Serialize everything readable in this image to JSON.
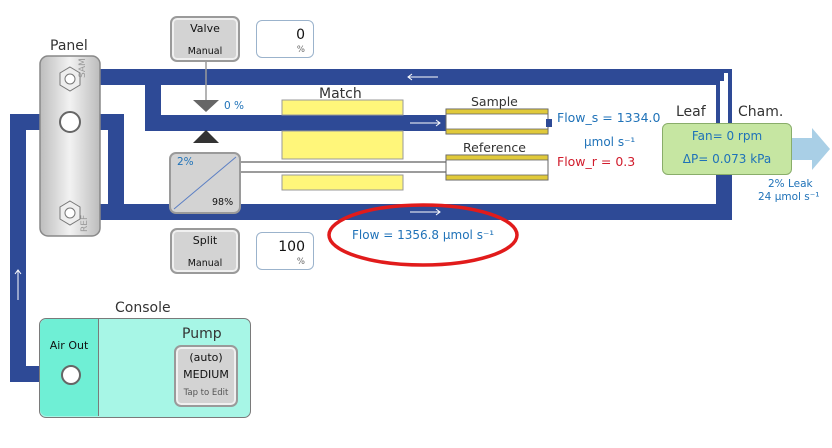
{
  "panel": {
    "label": "Panel",
    "sam_label": "SAM",
    "ref_label": "REF"
  },
  "valve": {
    "label": "Valve",
    "mode": "Manual",
    "value": "0",
    "unit": "%",
    "indicator": "0 %"
  },
  "split": {
    "label": "Split",
    "mode": "Manual",
    "value": "100",
    "unit": "%",
    "top_pct": "2%",
    "bottom_pct": "98%"
  },
  "match": {
    "label": "Match"
  },
  "sample": {
    "label": "Sample",
    "flow_text": "Flow_s = 1334.0",
    "flow_unit": "µmol s⁻¹"
  },
  "reference": {
    "label": "Reference",
    "flow_text": "Flow_r = 0.3"
  },
  "leaf": {
    "label": "Leaf"
  },
  "chamber": {
    "label": "Cham.",
    "fan": "Fan= 0 rpm",
    "dp": "ΔP= 0.073 kPa",
    "leak_pct": "2% Leak",
    "leak_flow": "24 µmol s⁻¹"
  },
  "total_flow": "Flow = 1356.8 µmol s⁻¹",
  "console": {
    "label": "Console",
    "air_out": "Air Out",
    "pump": {
      "label": "Pump",
      "mode": "(auto)",
      "level": "MEDIUM",
      "hint": "Tap to Edit"
    }
  },
  "colors": {
    "pipe": "#2e4a96",
    "match": "#fff67a",
    "console": "#a7f6e6",
    "air_out": "#6fefd5",
    "chamber": "#c6e6a2",
    "highlight": "#e11b1b",
    "flow_text": "#1f72b8",
    "ref_text": "#d11c2c"
  }
}
